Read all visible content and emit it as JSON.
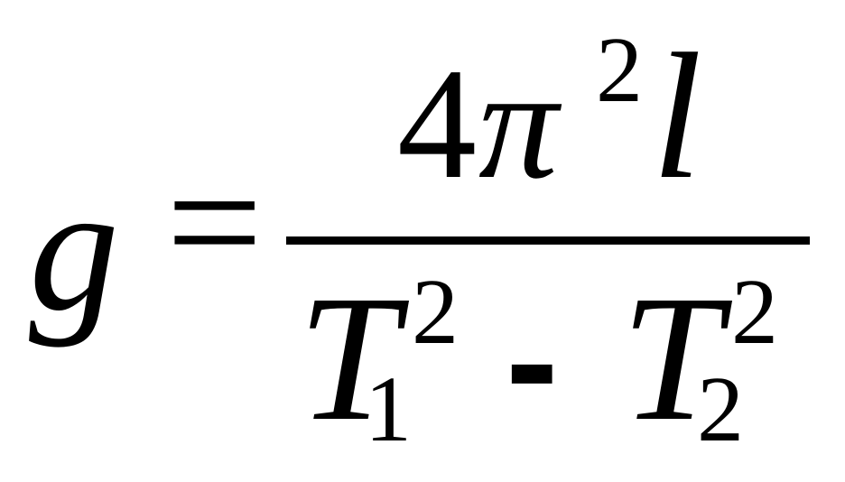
{
  "formula": {
    "lhs": "g",
    "equals": "=",
    "numerator": {
      "coefficient": "4",
      "symbol": "π",
      "exponent": "2",
      "variable": "l"
    },
    "denominator": {
      "term1": {
        "base": "T",
        "superscript": "2",
        "subscript": "1"
      },
      "operator": "-",
      "term2": {
        "base": "T",
        "superscript": "2",
        "subscript": "2"
      }
    }
  }
}
